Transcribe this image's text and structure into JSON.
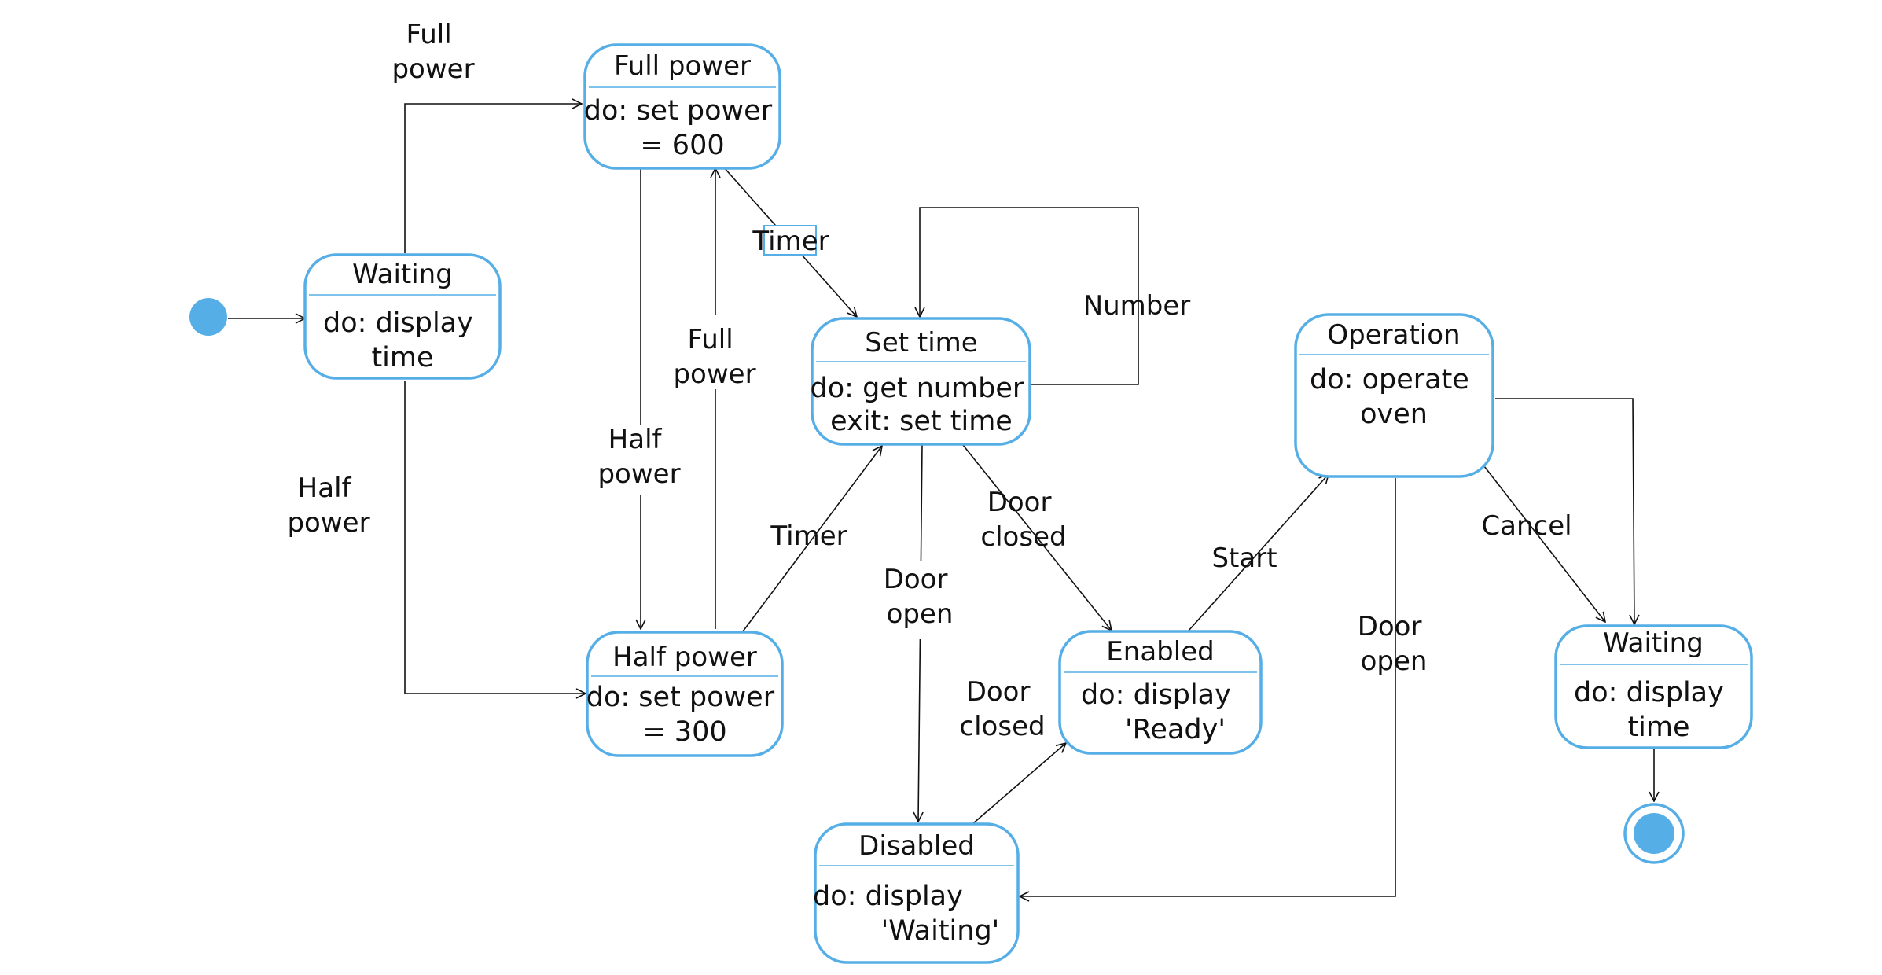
{
  "colors": {
    "state_border": "#55aee6",
    "node_fill": "#55aee6",
    "line": "#111111"
  },
  "states": {
    "waiting_start": {
      "name": "Waiting",
      "action": [
        "do: display",
        "time"
      ]
    },
    "full_power": {
      "name": "Full power",
      "action": [
        "do: set power",
        "= 600"
      ]
    },
    "half_power": {
      "name": "Half power",
      "action": [
        "do: set power",
        "= 300"
      ]
    },
    "set_time": {
      "name": "Set time",
      "action": [
        "do: get number",
        "exit: set time"
      ]
    },
    "operation": {
      "name": "Operation",
      "action": [
        "do: operate",
        "oven"
      ]
    },
    "enabled": {
      "name": "Enabled",
      "action": [
        "do: display",
        "'Ready'"
      ]
    },
    "disabled": {
      "name": "Disabled",
      "action": [
        "do: display",
        "'Waiting'"
      ]
    },
    "waiting_end": {
      "name": "Waiting",
      "action": [
        "do: display",
        "time"
      ]
    }
  },
  "transitions": {
    "waiting_to_full": [
      "Full",
      "power"
    ],
    "waiting_to_half": [
      "Half",
      "power"
    ],
    "full_to_half": [
      "Half",
      "power"
    ],
    "half_to_full": [
      "Full",
      "power"
    ],
    "full_timer": "Timer",
    "half_timer": "Timer",
    "number": "Number",
    "set_door_open": [
      "Door",
      "open"
    ],
    "set_door_closed": [
      "Door",
      "closed"
    ],
    "disabled_door_closed": [
      "Door",
      "closed"
    ],
    "start": "Start",
    "op_door_open": [
      "Door",
      "open"
    ],
    "cancel": "Cancel"
  }
}
